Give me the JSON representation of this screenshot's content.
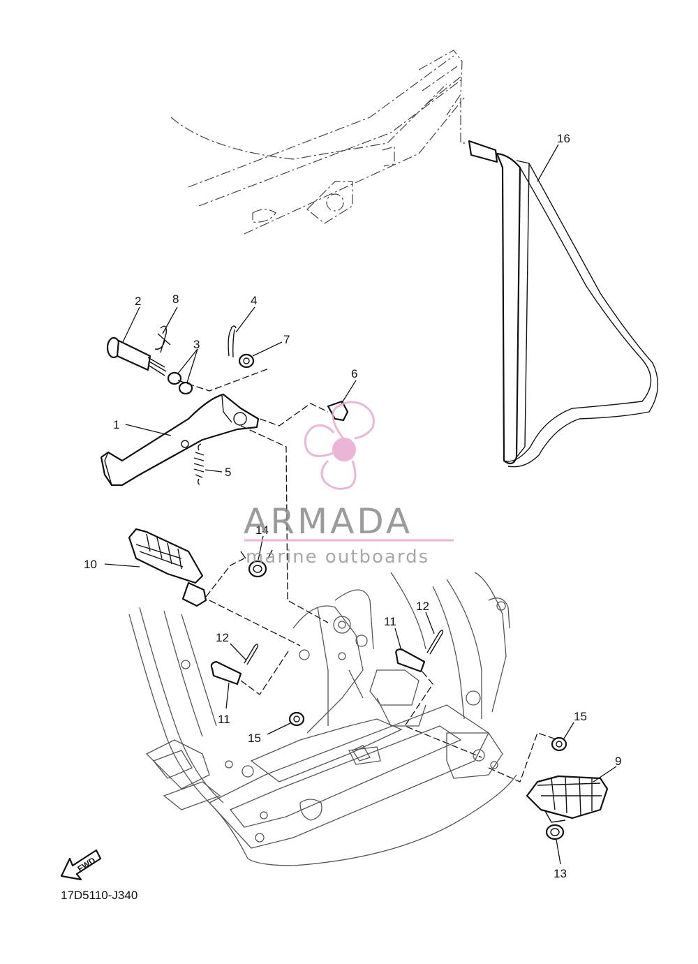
{
  "diagram": {
    "code": "17D5110-J340",
    "fwd_label": "FWD",
    "callouts": {
      "p1": "1",
      "p2": "2",
      "p3": "3",
      "p4": "4",
      "p5": "5",
      "p6": "6",
      "p7": "7",
      "p8": "8",
      "p9": "9",
      "p10": "10",
      "p11a": "11",
      "p11b": "11",
      "p12a": "12",
      "p12b": "12",
      "p13": "13",
      "p14": "14",
      "p15a": "15",
      "p15b": "15",
      "p16": "16"
    }
  },
  "watermark": {
    "brand": "ARMADA",
    "tagline": "marine outboards",
    "color": "#e8a9cf"
  }
}
